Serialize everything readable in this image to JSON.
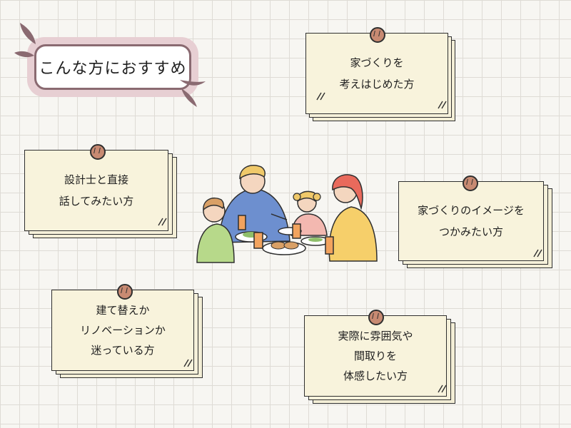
{
  "title": "こんな方におすすめ",
  "notes": [
    {
      "lines": [
        "家づくりを",
        "考えはじめた方"
      ]
    },
    {
      "lines": [
        "設計士と直接",
        "話してみたい方"
      ]
    },
    {
      "lines": [
        "家づくりのイメージを",
        "つかみたい方"
      ]
    },
    {
      "lines": [
        "建て替えか",
        "リノベーションか",
        "迷っている方"
      ]
    },
    {
      "lines": [
        "実際に雰囲気や",
        "間取りを",
        "体感したい方"
      ]
    }
  ],
  "colors": {
    "background": "#f7f6f2",
    "grid": "#dedbd5",
    "badge_pink": "#e7cfd3",
    "badge_border": "#8a6a71",
    "note_paper": "#f8f3dc",
    "pin": "#c88a72",
    "decor_mauve": "#8a6a71"
  },
  "icons": {
    "pin": "pushpin-icon",
    "illustration": "family-dinner-illustration"
  }
}
